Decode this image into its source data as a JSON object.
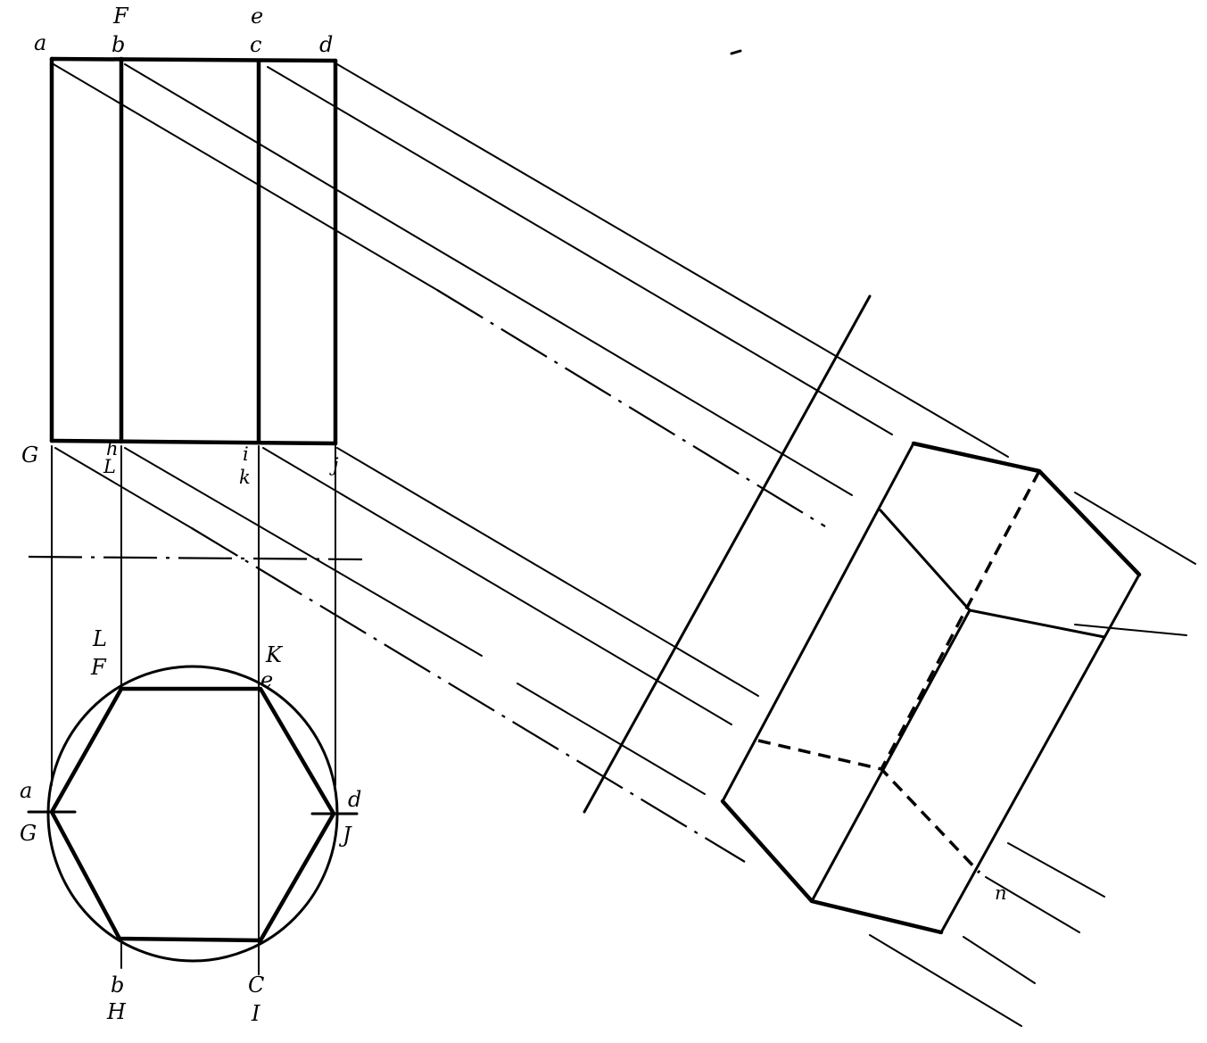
{
  "diagram": {
    "front_view_labels": {
      "top_a": "a",
      "top_f": "F",
      "top_b": "b",
      "top_e": "e",
      "top_c": "c",
      "top_d": "d",
      "bottom_G": "G",
      "bottom_h": "h",
      "bottom_L": "L",
      "bottom_i": "i",
      "bottom_k": "k",
      "bottom_j": "j"
    },
    "top_view_labels": {
      "L": "L",
      "F": "F",
      "K": "K",
      "e": "e",
      "a": "a",
      "G": "G",
      "d": "d",
      "J": "J",
      "b": "b",
      "H": "H",
      "c": "C",
      "I": "I"
    },
    "aux_view_labels": {
      "n": "n"
    }
  }
}
